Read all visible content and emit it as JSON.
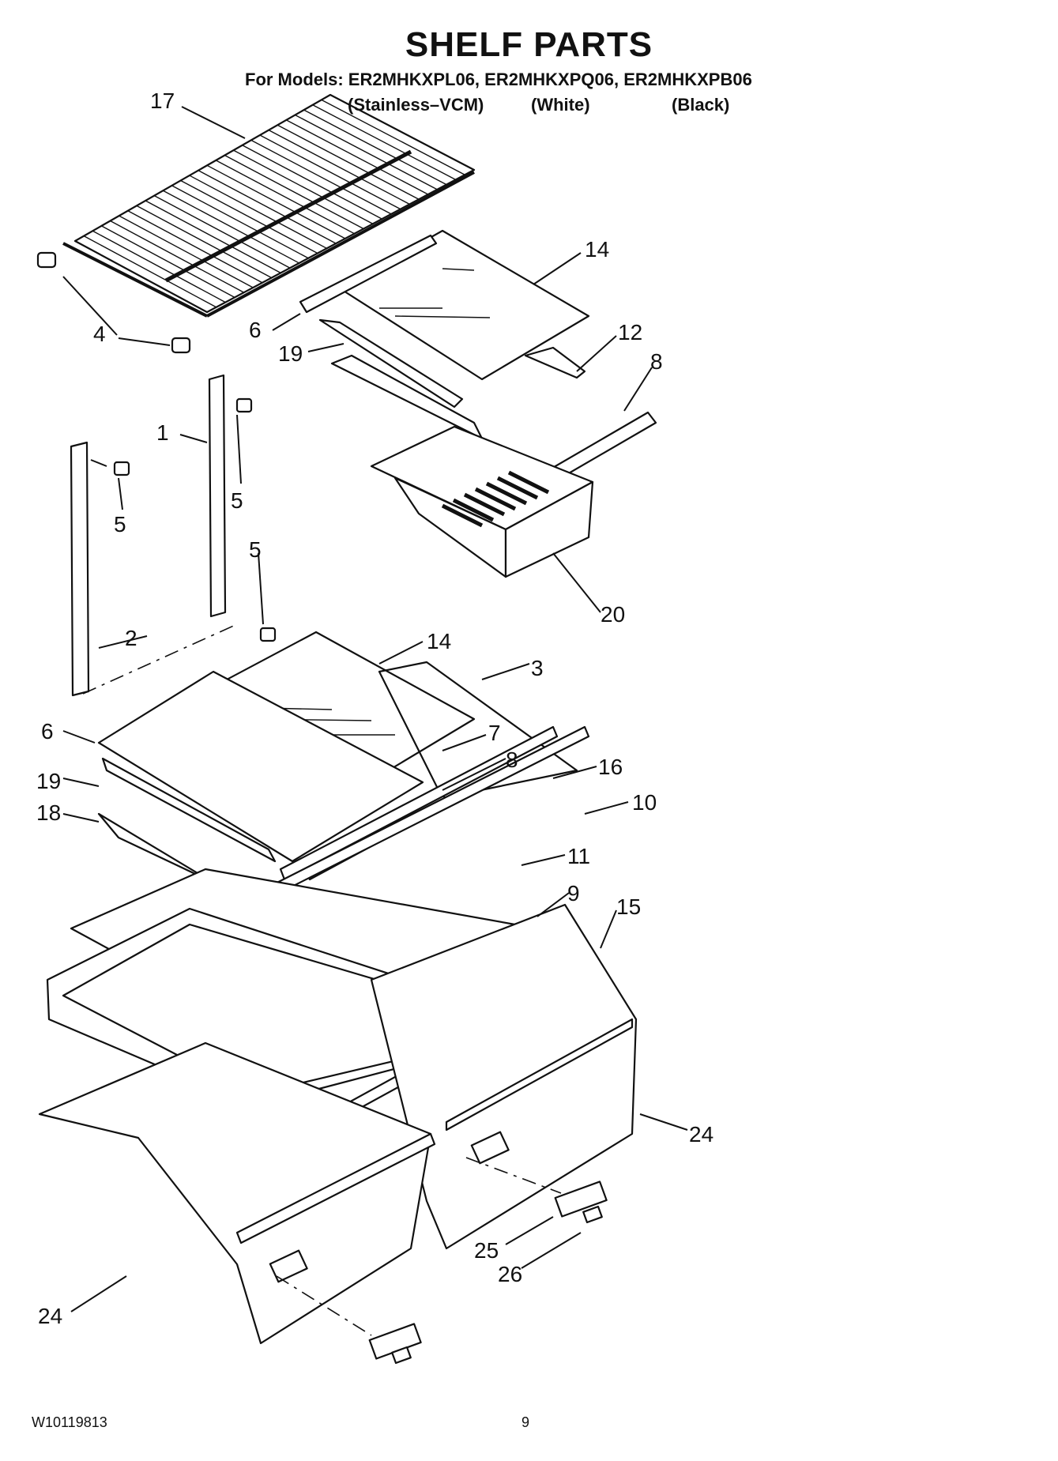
{
  "page": {
    "title": "SHELF PARTS",
    "subtitle": "For Models: ER2MHKXPL06, ER2MHKXPQ06, ER2MHKXPB06",
    "variants": [
      "(Stainless–VCM)",
      "(White)",
      "(Black)"
    ],
    "doc_number": "W10119813",
    "page_number": "9"
  },
  "callouts": [
    {
      "id": "c17",
      "text": "17"
    },
    {
      "id": "c14a",
      "text": "14"
    },
    {
      "id": "c6a",
      "text": "6"
    },
    {
      "id": "c4",
      "text": "4"
    },
    {
      "id": "c19a",
      "text": "19"
    },
    {
      "id": "c12",
      "text": "12"
    },
    {
      "id": "c8a",
      "text": "8"
    },
    {
      "id": "c1",
      "text": "1"
    },
    {
      "id": "c5a",
      "text": "5"
    },
    {
      "id": "c5b",
      "text": "5"
    },
    {
      "id": "c5c",
      "text": "5"
    },
    {
      "id": "c20",
      "text": "20"
    },
    {
      "id": "c2",
      "text": "2"
    },
    {
      "id": "c14b",
      "text": "14"
    },
    {
      "id": "c3",
      "text": "3"
    },
    {
      "id": "c6b",
      "text": "6"
    },
    {
      "id": "c7",
      "text": "7"
    },
    {
      "id": "c8b",
      "text": "8"
    },
    {
      "id": "c16",
      "text": "16"
    },
    {
      "id": "c19b",
      "text": "19"
    },
    {
      "id": "c18",
      "text": "18"
    },
    {
      "id": "c10",
      "text": "10"
    },
    {
      "id": "c11",
      "text": "11"
    },
    {
      "id": "c9",
      "text": "9"
    },
    {
      "id": "c15",
      "text": "15"
    },
    {
      "id": "c24a",
      "text": "24"
    },
    {
      "id": "c25",
      "text": "25"
    },
    {
      "id": "c26",
      "text": "26"
    },
    {
      "id": "c24b",
      "text": "24"
    }
  ]
}
